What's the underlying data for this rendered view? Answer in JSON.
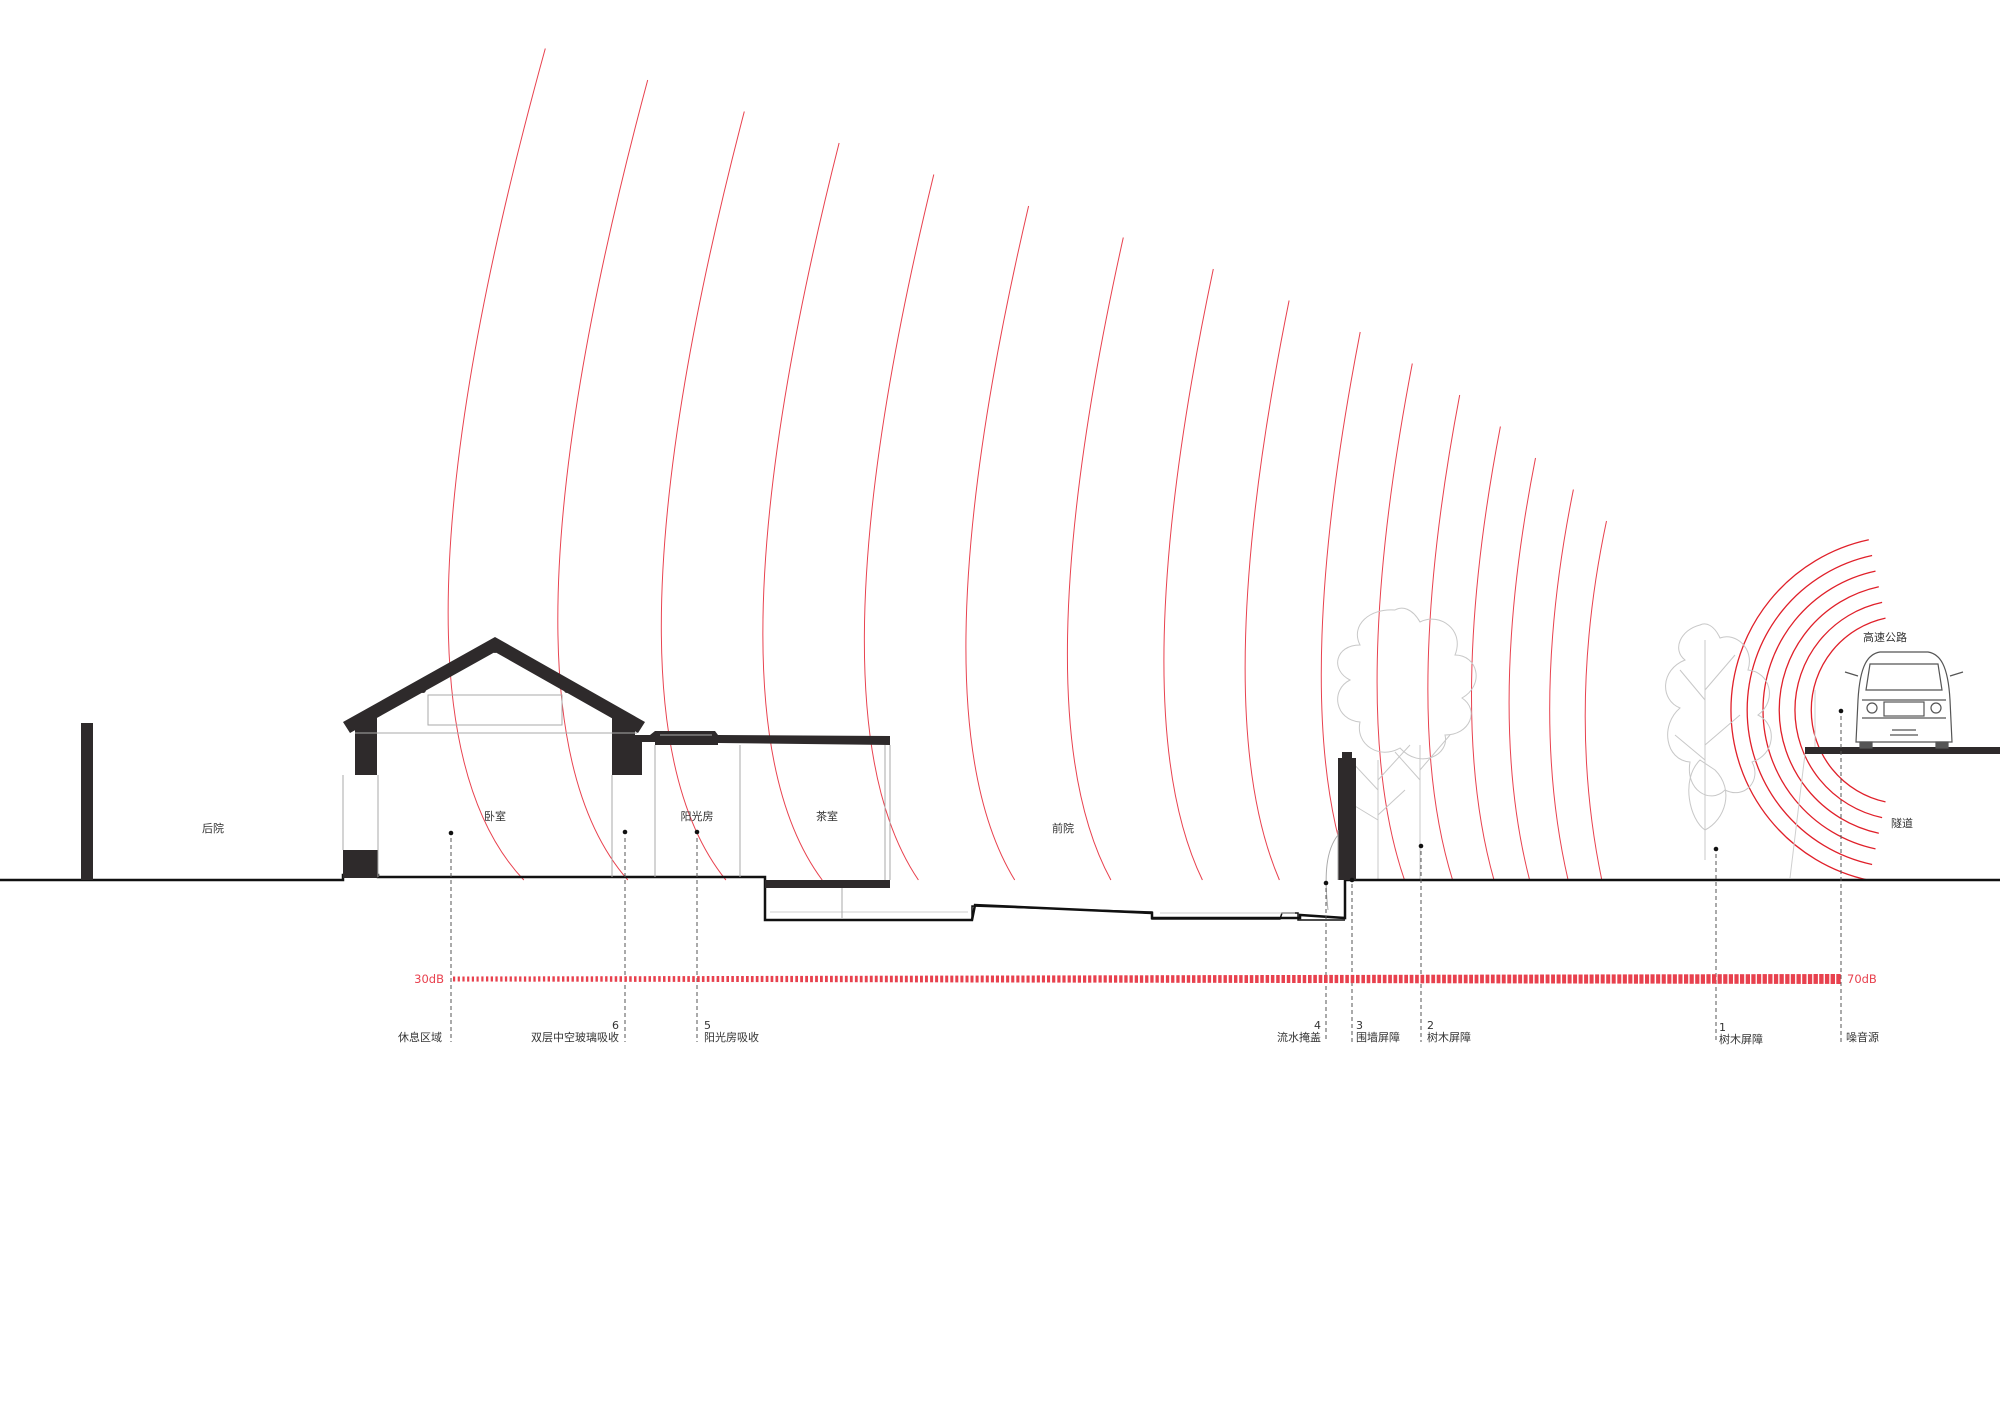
{
  "colors": {
    "wave": "#e8414e",
    "wave_source": "#e0202a",
    "structure": "#2e2a2b",
    "ground": "#111111",
    "tree": "#c8c8c8",
    "text": "#333333"
  },
  "rooms": {
    "backyard": "后院",
    "bedroom": "卧室",
    "sunroom": "阳光房",
    "tearoom": "茶室",
    "front_yard": "前院",
    "tunnel": "隧道",
    "highway": "高速公路"
  },
  "noise_scale": {
    "min_label": "30dB",
    "max_label": "70dB"
  },
  "markers": [
    {
      "number": "",
      "label": "休息区域"
    },
    {
      "number": "6",
      "label": "双层中空玻璃吸收"
    },
    {
      "number": "5",
      "label": "阳光房吸收"
    },
    {
      "number": "4",
      "label": "流水掩盖"
    },
    {
      "number": "3",
      "label": "围墙屏障"
    },
    {
      "number": "2",
      "label": "树木屏障"
    },
    {
      "number": "1",
      "label": "树木屏障"
    },
    {
      "number": "",
      "label": "噪音源"
    }
  ]
}
